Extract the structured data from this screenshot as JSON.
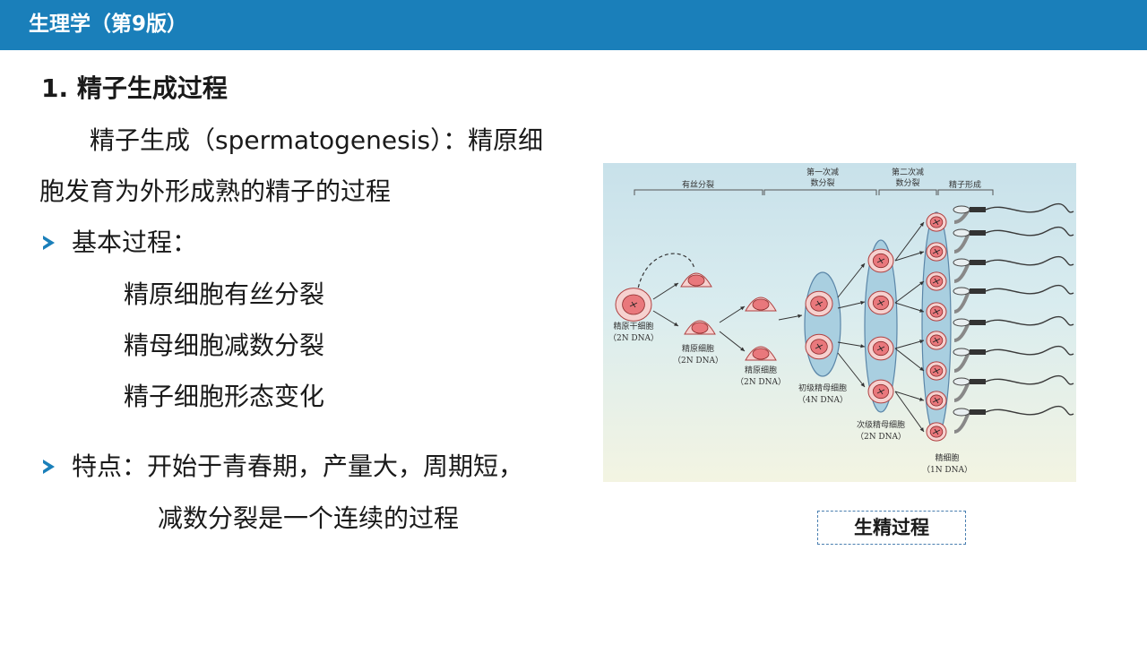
{
  "header": {
    "title": "生理学（第9版）"
  },
  "heading": "1. 精子生成过程",
  "definition": {
    "line1": "精子生成（spermatogenesis）：精原细",
    "line2": "胞发育为外形成熟的精子的过程"
  },
  "basic": {
    "label": "基本过程：",
    "steps": [
      "精原细胞有丝分裂",
      "精母细胞减数分裂",
      "精子细胞形态变化"
    ]
  },
  "features": {
    "line1": "特点：开始于青春期，产量大，周期短，",
    "line2": "减数分裂是一个连续的过程"
  },
  "figure": {
    "stages": [
      "有丝分裂",
      "第一次减",
      "数分裂",
      "第二次减",
      "数分裂",
      "精子形成"
    ],
    "cells": {
      "stem_name": "精原干细胞",
      "stem_dna": "（2N DNA）",
      "sg_name": "精原细胞",
      "sg_dna": "（2N DNA）",
      "sg2_name": "精原细胞",
      "sg2_dna": "（2N DNA）",
      "primary_name": "初级精母细胞",
      "primary_dna": "（4N DNA）",
      "secondary_name": "次级精母细胞",
      "secondary_dna": "（2N DNA）",
      "spermatid_name": "精细胞",
      "spermatid_dna": "（1N DNA）"
    },
    "colors": {
      "nucleus": "#e9787c",
      "cytoplasm": "#f6d1cf",
      "membrane": "#5b86a8",
      "tail": "#3a3a3a"
    }
  },
  "caption": "生精过程"
}
